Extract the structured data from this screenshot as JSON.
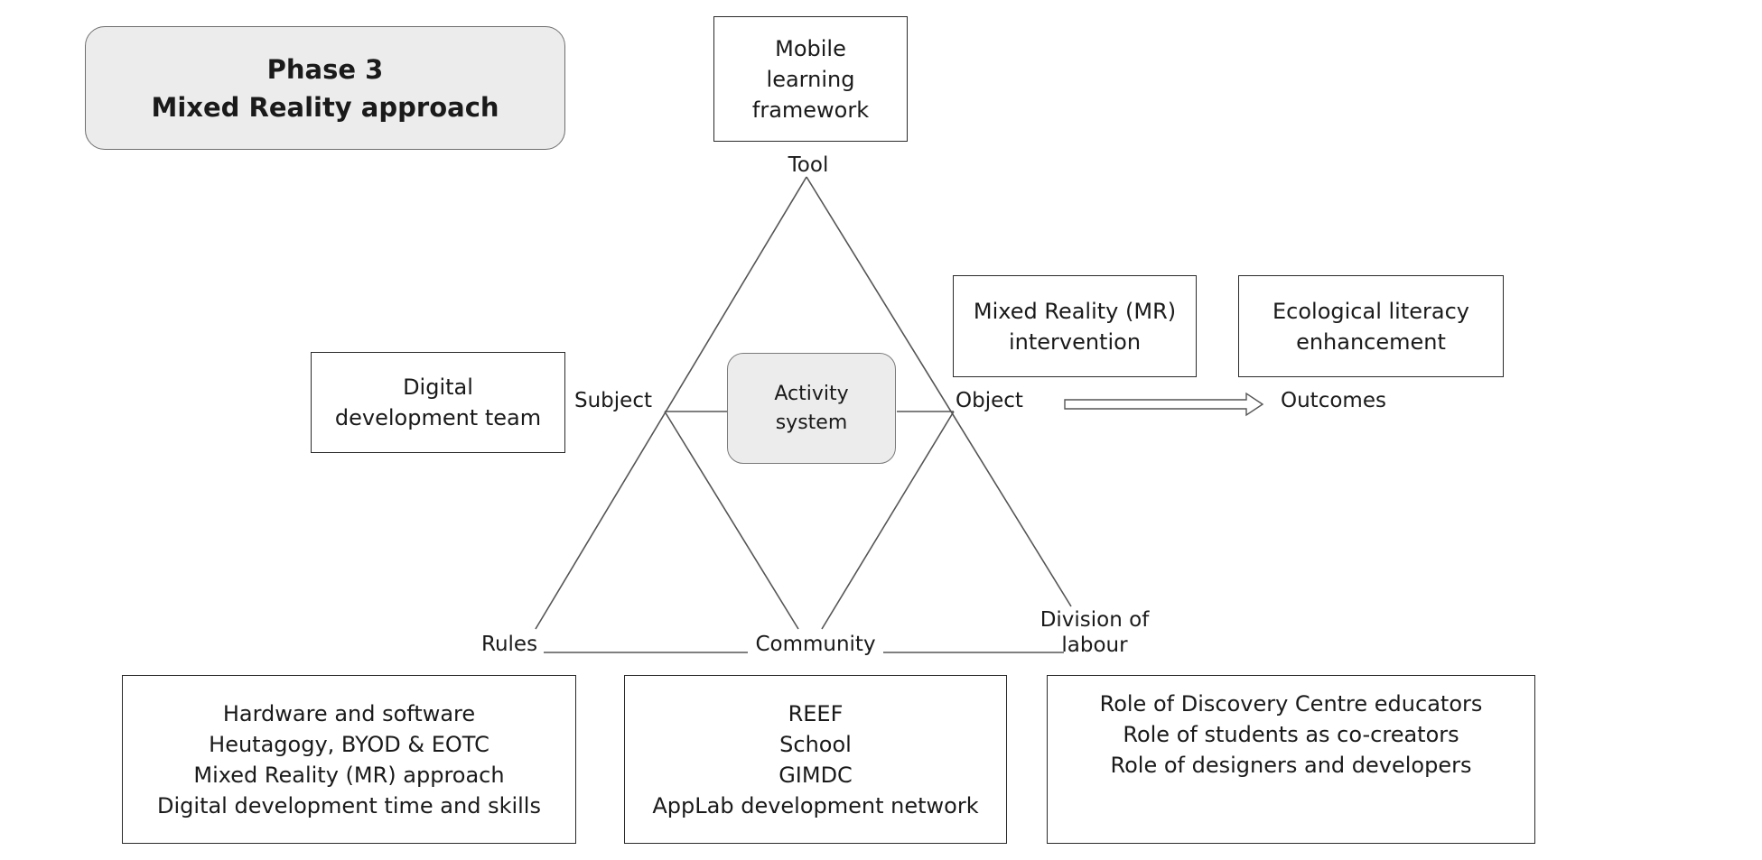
{
  "phase": {
    "lines": [
      "Phase 3",
      "Mixed Reality approach"
    ]
  },
  "tool_box": {
    "lines": [
      "Mobile",
      "learning",
      "framework"
    ]
  },
  "subject_box": {
    "lines": [
      "Digital",
      "development team"
    ]
  },
  "object_box": {
    "lines": [
      "Mixed Reality (MR)",
      "intervention"
    ]
  },
  "outcome_box": {
    "lines": [
      "Ecological literacy",
      "enhancement"
    ]
  },
  "center": {
    "lines": [
      "Activity",
      "system"
    ]
  },
  "nodes": {
    "tool": "Tool",
    "subject": "Subject",
    "object": "Object",
    "outcomes": "Outcomes",
    "rules": "Rules",
    "community": "Community",
    "division": [
      "Division of",
      "labour"
    ]
  },
  "rules_box": {
    "lines": [
      "Hardware and software",
      "Heutagogy, BYOD & EOTC",
      "Mixed Reality (MR) approach",
      "Digital development time and skills"
    ]
  },
  "community_box": {
    "lines": [
      "REEF",
      "School",
      "GIMDC",
      "AppLab development network"
    ]
  },
  "division_box": {
    "lines": [
      "Role of Discovery Centre educators",
      "Role of students as co-creators",
      "Role of designers and developers"
    ]
  }
}
